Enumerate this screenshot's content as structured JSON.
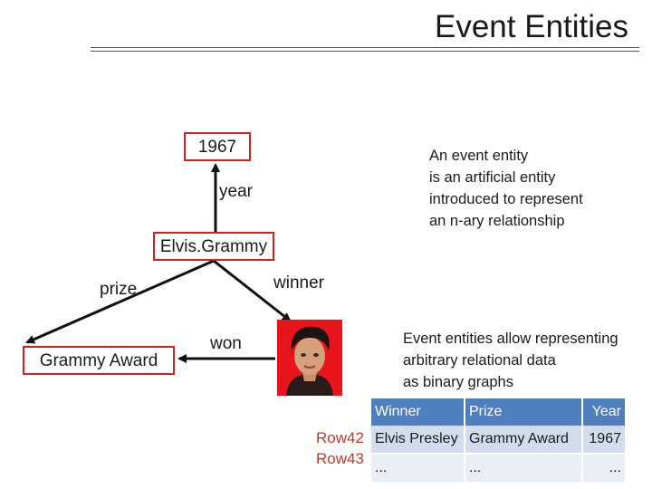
{
  "title": "Event Entities",
  "nodes": {
    "year_value": "1967",
    "event": "Elvis.Grammy",
    "prize_value": "Grammy Award"
  },
  "edges": {
    "year": "year",
    "prize": "prize",
    "winner": "winner",
    "won": "won"
  },
  "notes": {
    "event_entity": {
      "line1_prefix": "An ",
      "line1_bold": "event entity",
      "line2": "is an artificial entity",
      "line3": "introduced to represent",
      "line4": "an n-ary relationship"
    },
    "binary_graphs": {
      "line1": "Event entities allow representing",
      "line2": "arbitrary relational data",
      "line3": "as binary graphs"
    }
  },
  "table": {
    "headers": [
      "Winner",
      "Prize",
      "Year"
    ],
    "rows": [
      {
        "label": "Row42",
        "cells": [
          "Elvis Presley",
          "Grammy Award",
          "1967"
        ]
      },
      {
        "label": "Row43",
        "cells": [
          "...",
          "...",
          "..."
        ]
      }
    ]
  },
  "colors": {
    "node_border": "#d61f1f",
    "table_header": "#4f7fbf",
    "row_label": "#c0392b"
  }
}
